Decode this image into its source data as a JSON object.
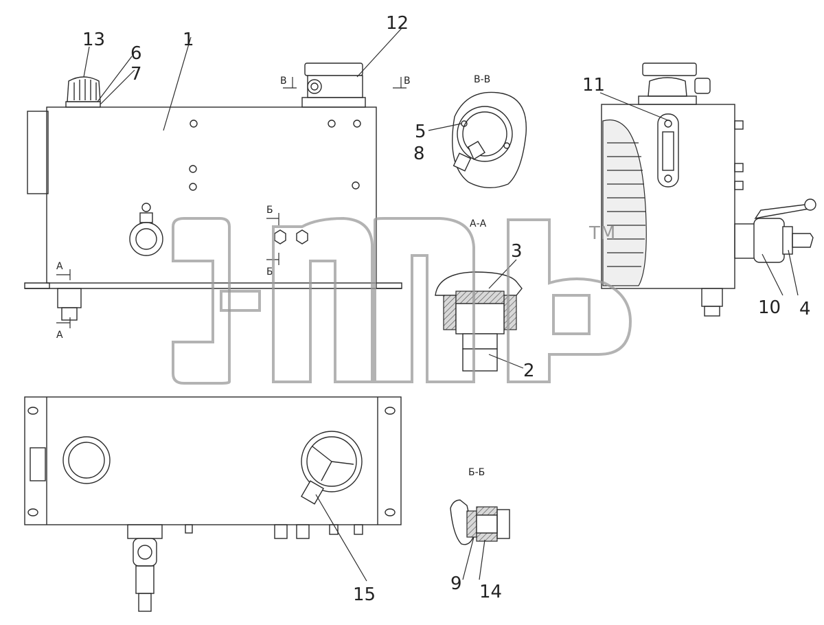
{
  "callouts": {
    "n1": "1",
    "n2": "2",
    "n3": "3",
    "n4": "4",
    "n5": "5",
    "n6": "6",
    "n7": "7",
    "n8": "8",
    "n9": "9",
    "n10": "10",
    "n11": "11",
    "n12": "12",
    "n13": "13",
    "n14": "14",
    "n15": "15"
  },
  "section_titles": {
    "vv": "В-В",
    "aa": "А-А",
    "bb": "Б-Б"
  },
  "section_marks": {
    "a_top": "А",
    "a_bottom": "А",
    "b_top": "Б",
    "b_bottom": "Б",
    "v_left": "В",
    "v_right": "В"
  },
  "trademark": "TM",
  "watermark_icon": "brand-logo-watermark"
}
